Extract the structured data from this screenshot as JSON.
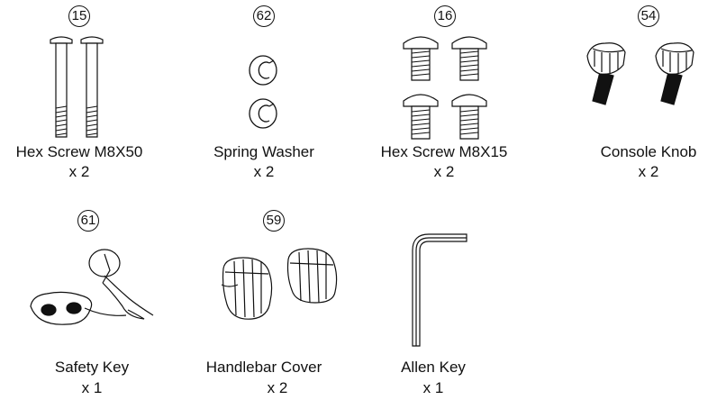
{
  "parts": [
    {
      "number": "15",
      "name": "Hex Screw M8X50",
      "qty": "x 2"
    },
    {
      "number": "62",
      "name": "Spring Washer",
      "qty": "x 2"
    },
    {
      "number": "16",
      "name": "Hex Screw M8X15",
      "qty": "x 2"
    },
    {
      "number": "54",
      "name": "Console Knob",
      "qty": "x 2"
    },
    {
      "number": "61",
      "name": "Safety Key",
      "qty": "x 1"
    },
    {
      "number": "59",
      "name": "Handlebar Cover",
      "qty": "x 2"
    },
    {
      "number": "",
      "name": "Allen Key",
      "qty": "x 1"
    }
  ]
}
